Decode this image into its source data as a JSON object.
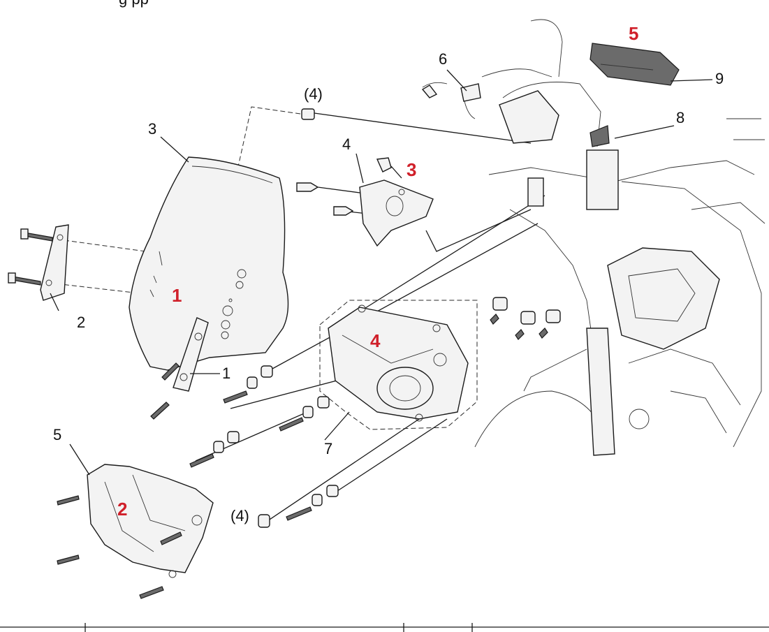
{
  "header_cutoff": "g pp",
  "callouts": {
    "c1": "1",
    "c2": "2",
    "c3": "3",
    "c4": "4",
    "c4a": "(4)",
    "c4b": "(4)",
    "c5": "5",
    "c6": "6",
    "c7": "7",
    "c8": "8",
    "c9": "9"
  },
  "markers": {
    "m1": "1",
    "m2": "2",
    "m3": "3",
    "m4": "4",
    "m5": "5"
  },
  "colors": {
    "marker_red": "#d0202a",
    "line": "#1a1a1a"
  }
}
